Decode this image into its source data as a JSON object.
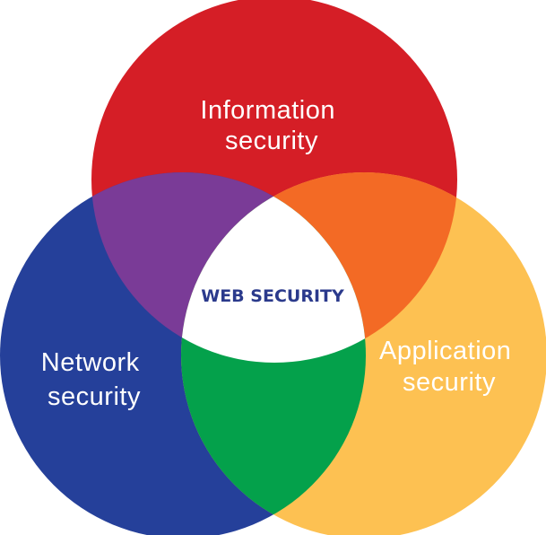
{
  "diagram": {
    "type": "venn-3",
    "circles": [
      {
        "id": "information",
        "label_lines": [
          "Information",
          "security"
        ],
        "color": "#d51e26"
      },
      {
        "id": "network",
        "label_lines": [
          "Network",
          "security"
        ],
        "color": "#25409a"
      },
      {
        "id": "application",
        "label_lines": [
          "Application",
          "security"
        ],
        "color": "#fdc152"
      }
    ],
    "overlaps": {
      "information_network": {
        "color": "#7a3b97"
      },
      "information_application": {
        "color": "#f36a25"
      },
      "network_application": {
        "color": "#04a14b"
      },
      "all": {
        "label": "WEB SECURITY",
        "color": "#ffffff",
        "text_color": "#2b3a8c"
      }
    }
  }
}
